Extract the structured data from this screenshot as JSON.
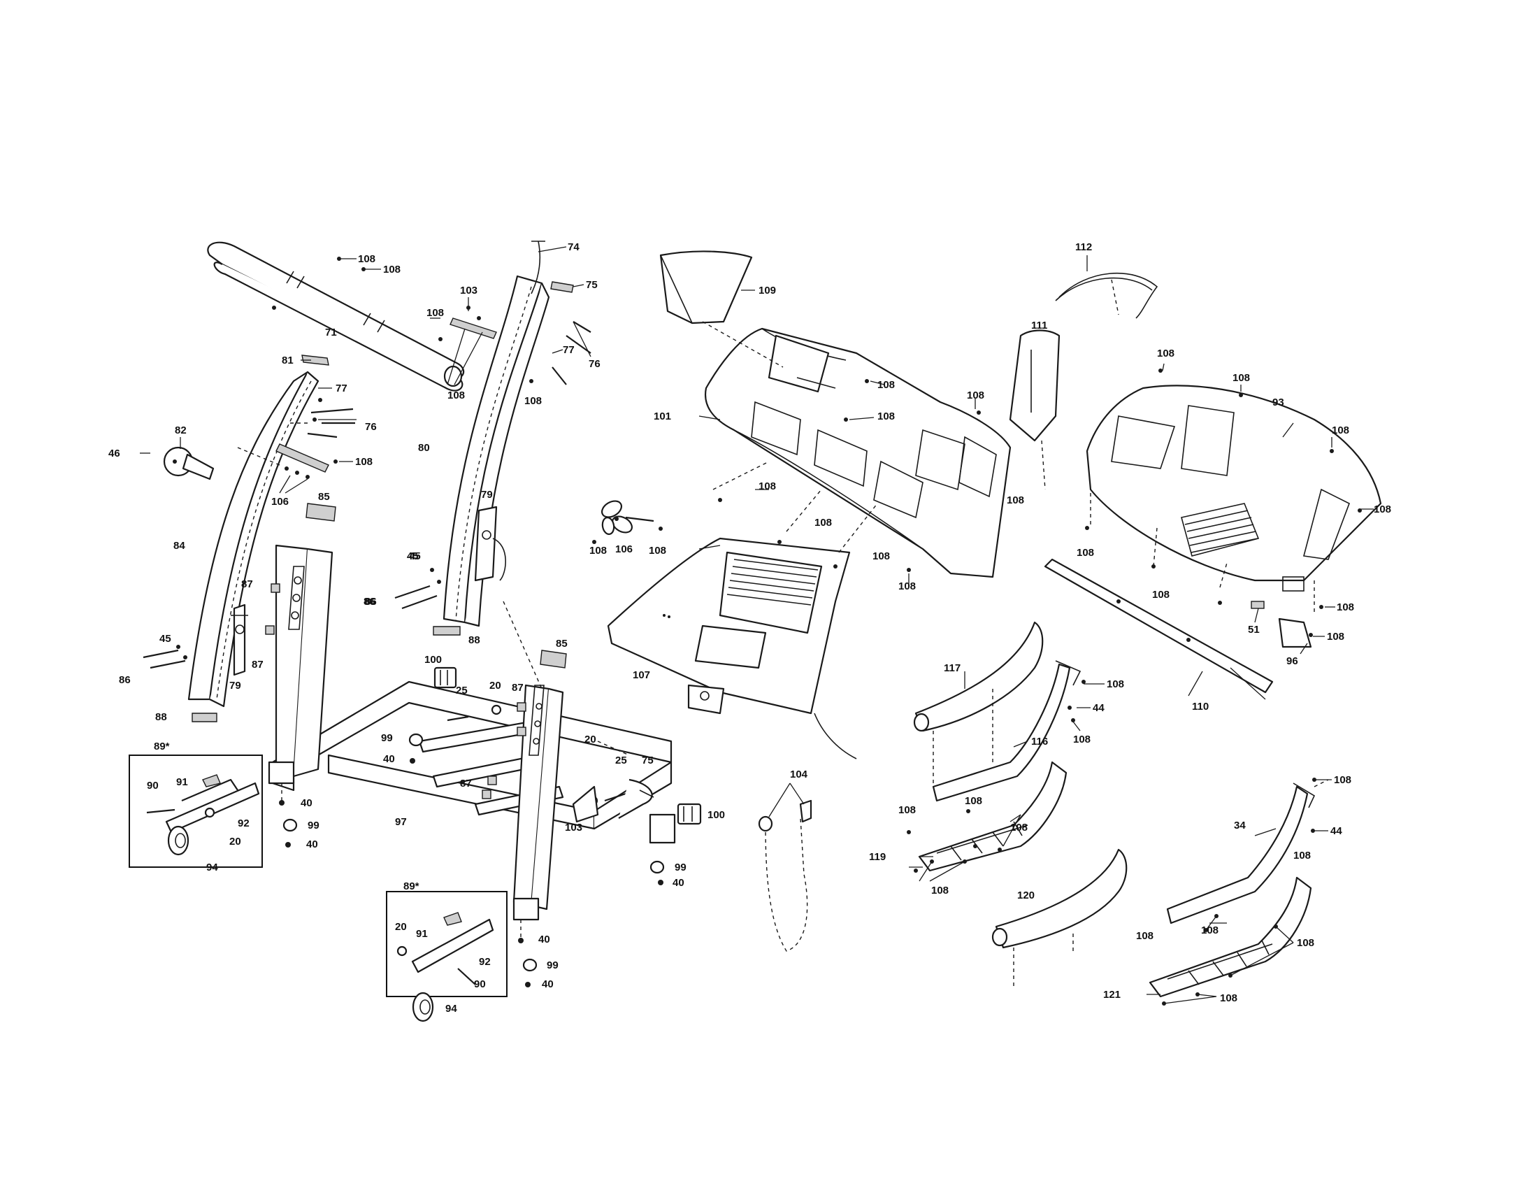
{
  "diagram": {
    "labels": {
      "l74": "74",
      "l75": "75",
      "l109": "109",
      "l112": "112",
      "l108a": "108",
      "l108b": "108",
      "l103a": "103",
      "l108c": "108",
      "l71": "71",
      "l77a": "77",
      "l76a": "76",
      "l108d": "108",
      "l108e": "108",
      "l81": "81",
      "l77b": "77",
      "l76b": "76",
      "l82": "82",
      "l46": "46",
      "l108f": "108",
      "l106a": "106",
      "l80": "80",
      "l111": "111",
      "l108g": "108",
      "l108h": "108",
      "l101": "101",
      "l108i": "108",
      "l93": "93",
      "l108j": "108",
      "l108k": "108",
      "l108l": "108",
      "l85a": "85",
      "l84": "84",
      "l79a": "79",
      "l87a": "87",
      "l45a": "45",
      "l86a": "86",
      "l108m": "108",
      "l106b": "106",
      "l108n": "108",
      "l108o": "108",
      "l108p": "108",
      "l108q": "108",
      "l108r": "108",
      "l108s": "108",
      "l108t": "108",
      "l108u": "108",
      "l108v": "108",
      "l45b": "45",
      "l86b": "86",
      "l88a": "88",
      "l45c": "45",
      "l86c": "86",
      "l79b": "79",
      "l87b": "87",
      "l88b": "88",
      "l100a": "100",
      "l85b": "85",
      "l107": "107",
      "l117": "117",
      "l108w": "108",
      "l44a": "44",
      "l108x": "108",
      "l110": "110",
      "l51": "51",
      "l96": "96",
      "l108y": "108",
      "l108z": "108",
      "l25a": "25",
      "l20a": "20",
      "l87c": "87",
      "l99a": "99",
      "l40a": "40",
      "l89a": "89*",
      "l90a": "90",
      "l91a": "91",
      "l92a": "92",
      "l20b": "20",
      "l94a": "94",
      "l40b": "40",
      "l99b": "99",
      "l40c": "40",
      "l97": "97",
      "l87d": "87",
      "l103b": "103",
      "l20c": "20",
      "l25b": "25",
      "l75b": "75",
      "l100b": "100",
      "l104": "104",
      "l116": "116",
      "l108aa": "108",
      "l108ab": "108",
      "l119": "119",
      "l108ac": "108",
      "l108ad": "108",
      "l34": "34",
      "l44b": "44",
      "l108ae": "108",
      "l108af": "108",
      "l99c": "99",
      "l40d": "40",
      "l89b": "89*",
      "l20d": "20",
      "l91b": "91",
      "l92b": "92",
      "l90b": "90",
      "l94b": "94",
      "l40e": "40",
      "l99d": "99",
      "l40f": "40",
      "l120": "120",
      "l108ag": "108",
      "l108ah": "108",
      "l108ai": "108",
      "l121": "121",
      "l108aj": "108"
    }
  }
}
